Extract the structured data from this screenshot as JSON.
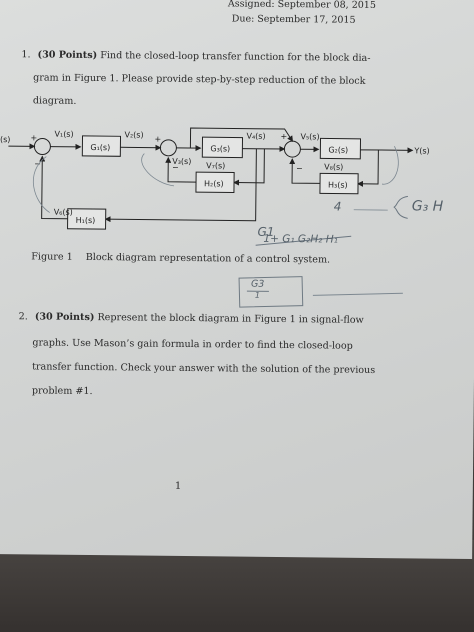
{
  "header": {
    "assigned": "Assigned: September 08, 2015",
    "due": "Due: September 17, 2015"
  },
  "problem1": {
    "number": "1.",
    "points": "(30 Points)",
    "line1_rest": "Find the closed-loop transfer function for the block dia-",
    "line2": "gram in Figure 1. Please provide step-by-step reduction of the block",
    "line3": "diagram."
  },
  "diagram": {
    "input": "R(s)",
    "output": "Y(s)",
    "signals": {
      "v1": "V₁(s)",
      "v2": "V₂(s)",
      "v3": "V₃(s)",
      "v4": "V₄(s)",
      "v5": "V₅(s)",
      "v6": "V₆(s)",
      "v7": "V₇(s)",
      "v8": "V₈(s)"
    },
    "blocks": {
      "g1": "G₁(s)",
      "g2": "G₂(s)",
      "g3": "G₃(s)",
      "h1": "H₁(s)",
      "h2": "H₂(s)",
      "h3": "H₃(s)"
    },
    "signs": {
      "plus": "+",
      "minus": "−"
    },
    "caption_label": "Figure 1",
    "caption_text": "Block diagram representation of a control system."
  },
  "handwriting": {
    "num4": "4",
    "g3h": "G₃ H",
    "frac_num": "G1",
    "frac_den": "1+ G₁ G₂H₂ H₁",
    "box_num": "G3",
    "box_den": "1"
  },
  "problem2": {
    "number": "2.",
    "points": "(30 Points)",
    "line1_rest": "Represent the block diagram in Figure 1 in signal-flow",
    "line2": "graphs. Use Mason’s gain formula in order to find the closed-loop",
    "line3": "transfer function. Check your answer with the solution of the previous",
    "line4": "problem #1."
  },
  "footer": {
    "page_number": "1"
  }
}
